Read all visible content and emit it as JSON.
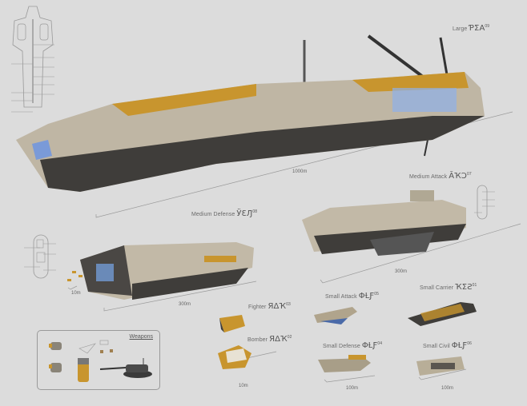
{
  "sheet": {
    "background": "#dcdcdc",
    "colors": {
      "hull_light": "#cfc6b4",
      "hull_dark": "#3f3d3a",
      "accent_yellow": "#c8952e",
      "glow_blue": "#8fb0e8",
      "line": "#8a8a8a"
    }
  },
  "ships": [
    {
      "id": "large",
      "label": "Large",
      "glyph": "ƤƩA",
      "code": "09",
      "scale": "1000m"
    },
    {
      "id": "medium-attack",
      "label": "Medium Attack",
      "glyph": "ĀҠƆ",
      "code": "07",
      "scale": "300m"
    },
    {
      "id": "medium-defense",
      "label": "Medium Defense",
      "glyph": "ӰƐԒ",
      "code": "08",
      "scale": "300m"
    },
    {
      "id": "fighter",
      "label": "Fighter",
      "glyph": "ЯΔҠ",
      "code": "03",
      "scale": ""
    },
    {
      "id": "bomber",
      "label": "Bomber",
      "glyph": "ЯΔҠ",
      "code": "02",
      "scale": "10m"
    },
    {
      "id": "small-attack",
      "label": "Small Attack",
      "glyph": "ΦȽƑ",
      "code": "05",
      "scale": ""
    },
    {
      "id": "small-carrier",
      "label": "Small Carrier",
      "glyph": "ҠƩƧ",
      "code": "01",
      "scale": ""
    },
    {
      "id": "small-defense",
      "label": "Small Defense",
      "glyph": "ΦȽƑ",
      "code": "04",
      "scale": "100m"
    },
    {
      "id": "small-civil",
      "label": "Small Civil",
      "glyph": "ΦȽƑ",
      "code": "06",
      "scale": "100m"
    }
  ],
  "medium_defense_fighters_scale": "10m",
  "weapons": {
    "title": "Weapons"
  }
}
